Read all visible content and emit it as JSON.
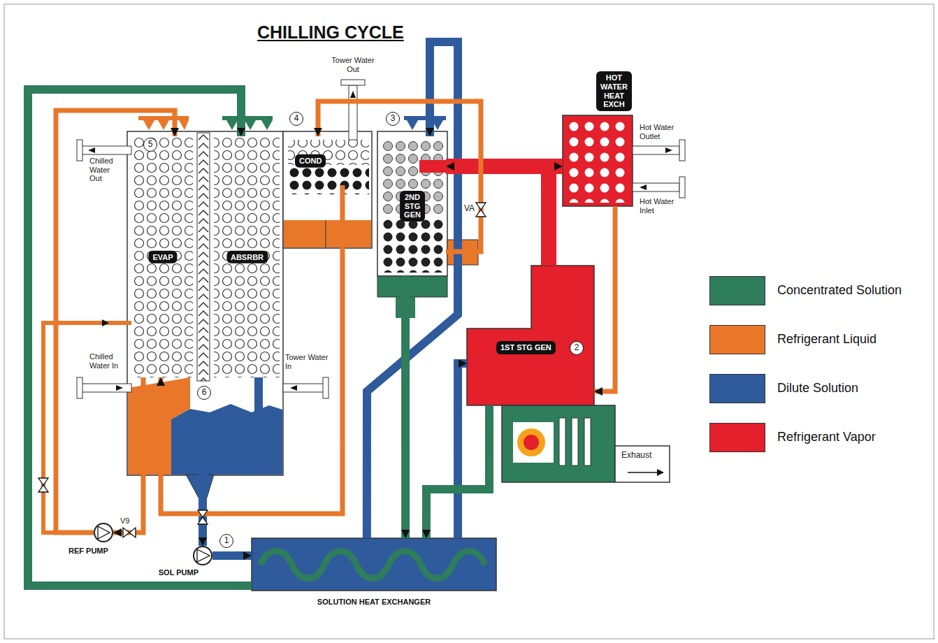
{
  "diagram": {
    "title": "CHILLING CYCLE",
    "nodes": [
      {
        "text": [
          "EVAP"
        ]
      },
      {
        "text": [
          "ABSRBR"
        ]
      },
      {
        "text": [
          "COND"
        ]
      },
      {
        "text": [
          "2ND STG GEN"
        ]
      },
      {
        "text": [
          "HOT WATER HEAT EXCH"
        ]
      },
      {
        "text": [
          "1ST STG GEN"
        ]
      },
      {
        "text": [
          "SOL PUMP"
        ]
      },
      {
        "text": [
          "REF PUMP"
        ]
      },
      {
        "text": [
          "SOLUTION HEAT EXCHANGER"
        ]
      }
    ],
    "edges": [
      {
        "from": 1,
        "to": 6,
        "arrow": "to"
      },
      {
        "from": 6,
        "to": 8,
        "arrow": "to"
      },
      {
        "from": 8,
        "to": 5,
        "arrow": "to"
      },
      {
        "from": 8,
        "to": 3,
        "arrow": "to"
      },
      {
        "from": 5,
        "to": 3,
        "arrow": "to"
      },
      {
        "from": 5,
        "to": 4,
        "arrow": "to"
      },
      {
        "from": 4,
        "to": 5,
        "arrow": "to"
      },
      {
        "from": 3,
        "to": 8,
        "arrow": "to"
      },
      {
        "from": 5,
        "to": 8,
        "arrow": "to"
      },
      {
        "from": 8,
        "to": 1,
        "arrow": "to"
      },
      {
        "from": 3,
        "to": 2,
        "arrow": "to"
      },
      {
        "from": 2,
        "to": 0,
        "arrow": "to"
      },
      {
        "from": 0,
        "to": 7,
        "arrow": "to"
      },
      {
        "from": 7,
        "to": 0,
        "arrow": "to"
      }
    ],
    "labels": [
      "Tower Water Out",
      "Hot Water Outlet",
      "Hot Water Inlet",
      "Chilled Water Out",
      "Chilled Water In",
      "Tower Water In",
      "VA",
      "V9",
      "Exhaust",
      "1",
      "2",
      "3",
      "4",
      "5",
      "6"
    ],
    "legend": [
      {
        "text": "Concentrated Solution",
        "color": "#2e7d5b"
      },
      {
        "text": "Refrigerant Liquid",
        "color": "#e8772a"
      },
      {
        "text": "Dilute Solution",
        "color": "#2f5b9c"
      },
      {
        "text": "Refrigerant Vapor",
        "color": "#e3202b"
      }
    ]
  }
}
